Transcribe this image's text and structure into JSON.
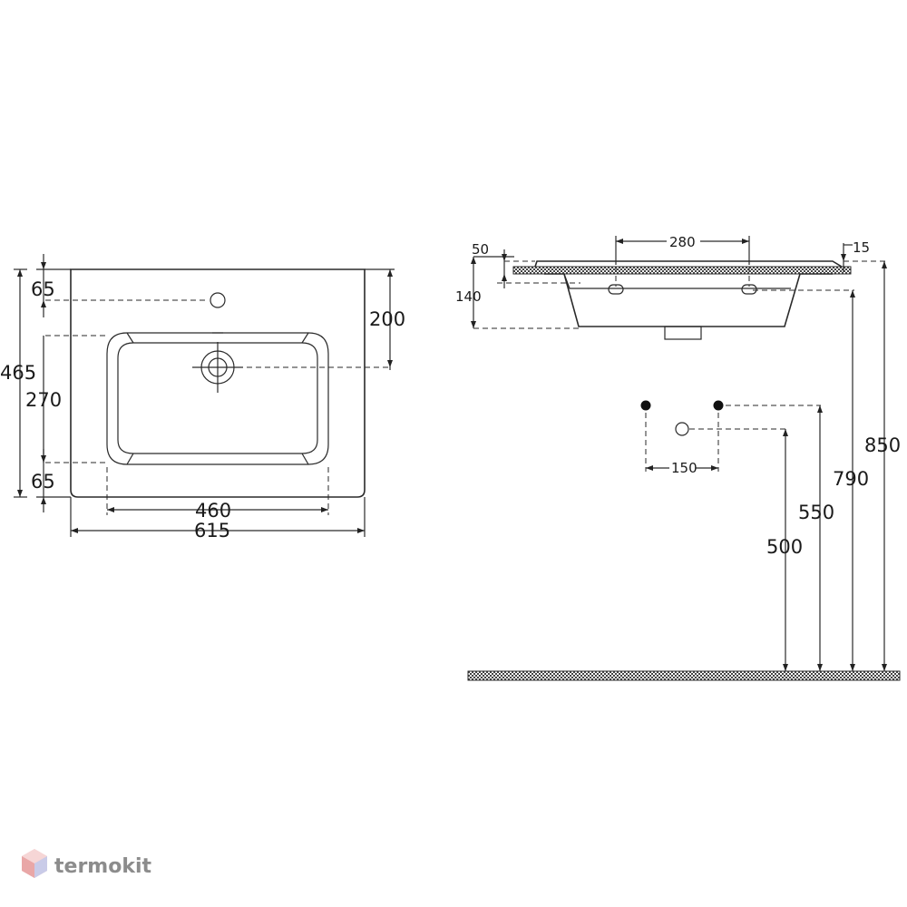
{
  "top_view": {
    "dims": {
      "height_total": "465",
      "top_margin": "65",
      "bowl_depth": "270",
      "bottom_margin": "65",
      "tap_to_drain": "200",
      "bowl_width": "460",
      "total_width": "615"
    }
  },
  "side_view": {
    "dims": {
      "rim_thickness": "50",
      "overall_depth": "140",
      "overflow_spacing": "280",
      "edge_offset": "15",
      "supply_spacing": "150",
      "height_850": "850",
      "height_790": "790",
      "height_550": "550",
      "height_500": "500"
    }
  },
  "watermark": {
    "brand": "termokit"
  }
}
